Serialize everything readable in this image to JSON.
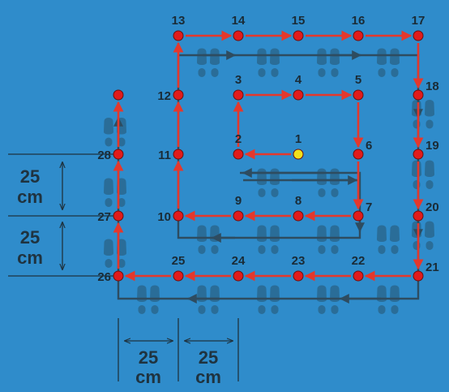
{
  "colors": {
    "background": "#2f8ccb",
    "footprint": "#2a6d98",
    "red_path": "#e4382c",
    "dark_path": "#2e4c60",
    "point_fill": "#e11b1b",
    "start_fill": "#f2e11a",
    "measure": "#1f3340"
  },
  "points": [
    {
      "id": 1,
      "label": "1",
      "start": true
    },
    {
      "id": 2,
      "label": "2"
    },
    {
      "id": 3,
      "label": "3"
    },
    {
      "id": 4,
      "label": "4"
    },
    {
      "id": 5,
      "label": "5"
    },
    {
      "id": 6,
      "label": "6"
    },
    {
      "id": 7,
      "label": "7"
    },
    {
      "id": 8,
      "label": "8"
    },
    {
      "id": 9,
      "label": "9"
    },
    {
      "id": 10,
      "label": "10"
    },
    {
      "id": 11,
      "label": "11"
    },
    {
      "id": 12,
      "label": "12"
    },
    {
      "id": 13,
      "label": "13"
    },
    {
      "id": 14,
      "label": "14"
    },
    {
      "id": 15,
      "label": "15"
    },
    {
      "id": 16,
      "label": "16"
    },
    {
      "id": 17,
      "label": "17"
    },
    {
      "id": 18,
      "label": "18"
    },
    {
      "id": 19,
      "label": "19"
    },
    {
      "id": 20,
      "label": "20"
    },
    {
      "id": 21,
      "label": "21"
    },
    {
      "id": 22,
      "label": "22"
    },
    {
      "id": 23,
      "label": "23"
    },
    {
      "id": 24,
      "label": "24"
    },
    {
      "id": 25,
      "label": "25"
    },
    {
      "id": 26,
      "label": "26"
    },
    {
      "id": 27,
      "label": "27"
    },
    {
      "id": 28,
      "label": "28"
    },
    {
      "id": 29,
      "label": ""
    }
  ],
  "measures": {
    "vertical": [
      {
        "value": "25",
        "unit": "cm"
      },
      {
        "value": "25",
        "unit": "cm"
      }
    ],
    "horizontal": [
      {
        "value": "25",
        "unit": "cm"
      },
      {
        "value": "25",
        "unit": "cm"
      }
    ]
  }
}
